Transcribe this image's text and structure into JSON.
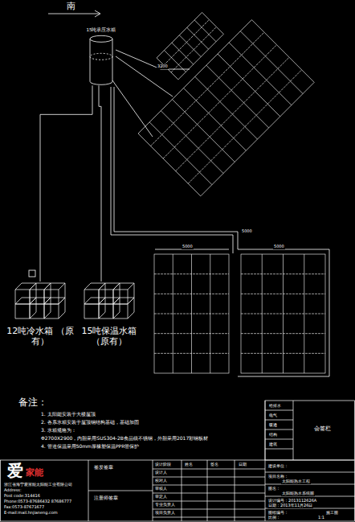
{
  "diagram": {
    "nodes": [
      {
        "text": [
          "15吨承压水箱"
        ]
      },
      {
        "text": [
          "12吨冷水箱 （原有）"
        ]
      },
      {
        "text": [
          "15吨保温水箱 （原有）"
        ]
      }
    ],
    "edges": [
      {
        "from": 0,
        "to": 1,
        "arrow": "none"
      },
      {
        "from": 0,
        "to": 2,
        "arrow": "none"
      }
    ],
    "labels": [
      "南",
      "3200",
      "5000",
      "5000",
      "5000",
      "备注：",
      "1. 太阳能安装于大楼屋顶",
      "2. 各系水箱安装于屋顶钢结构基础，基础加固",
      "3. 水箱规格为：",
      "Φ2700X2900，内胆采用SUS304-2B食品级不锈钢，外胆采用2017彩钢板材",
      "4. 管道保温采用50mm厚橡塑保温PPR管保护",
      "爱",
      "家能",
      "浙江省海宁爱家能太阳能工业有限公司",
      "Address:",
      "Post code:314416",
      "Phone:0573-87686432 87686777",
      "Fax:0573-87671677",
      "E-mail:mail.hnjianeng.com",
      "签发签章",
      "注册师签章",
      "设计阶段",
      "姓名",
      "签名",
      "日期",
      "设计人",
      "校对人",
      "审核人",
      "审定人",
      "专业负责人",
      "项目负责人",
      "给排水",
      "电气",
      "暖通",
      "结构",
      "建筑",
      "会签栏",
      "建设单位：",
      "项目名称：",
      "太阳能热水工程",
      "图名：",
      "太阳能热水系统图",
      "设计编号：2013112626A",
      "日期：2013年11月26日",
      "图纸编号：",
      "施工图",
      "比例：",
      "1:1"
    ]
  }
}
